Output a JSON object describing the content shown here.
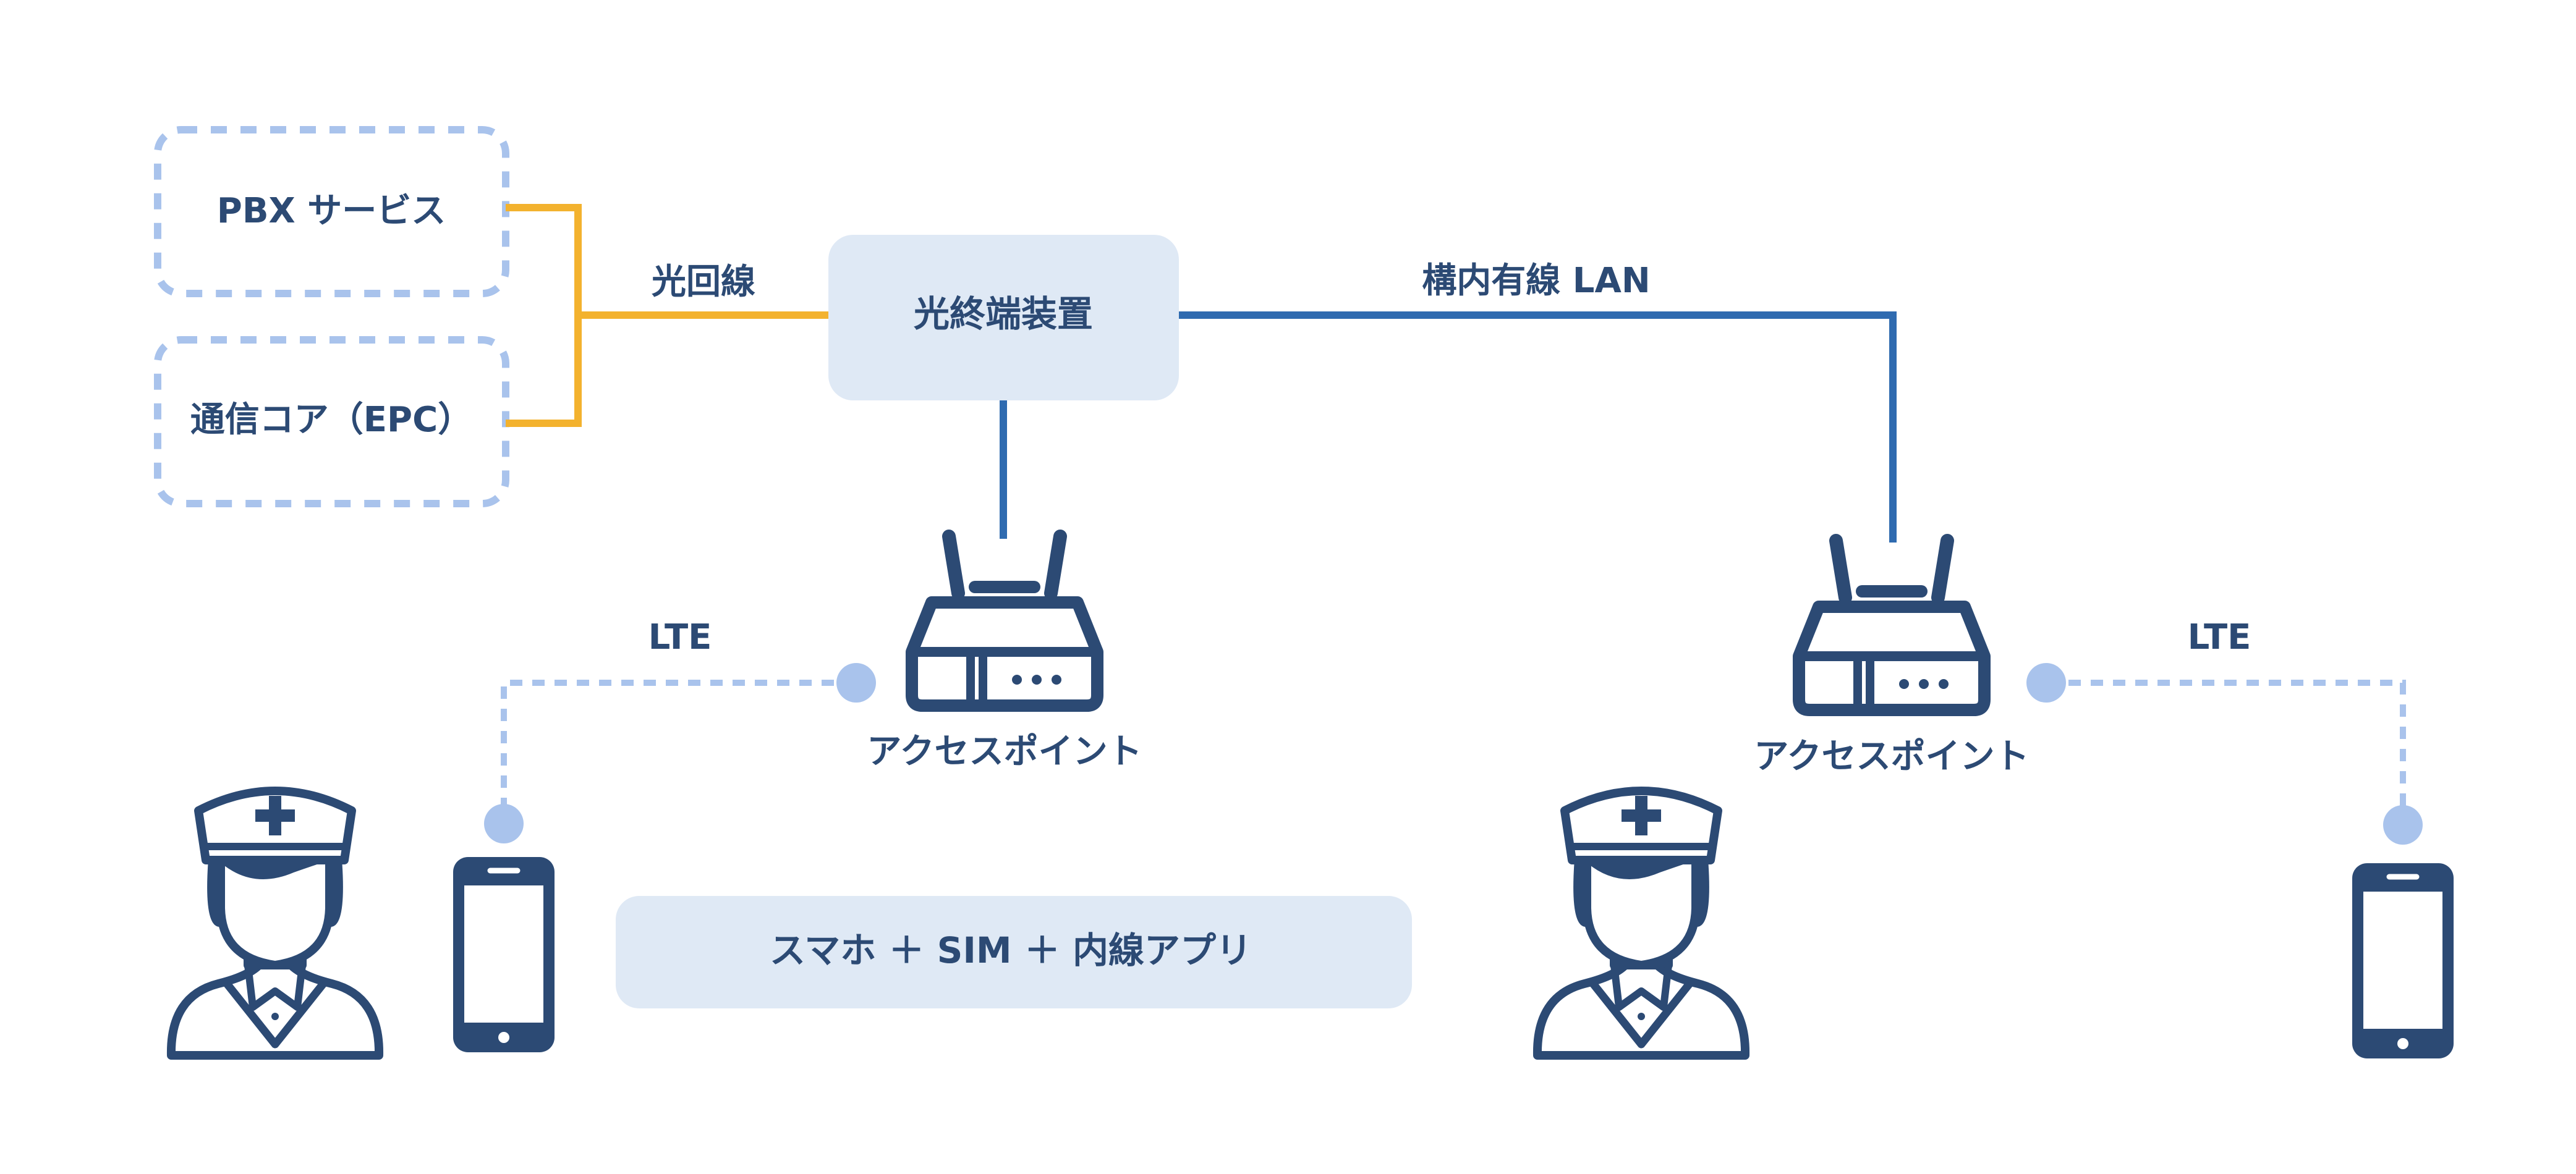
{
  "colors": {
    "navy": "#2c4a74",
    "orange": "#f3b22e",
    "blue_line": "#2f6bb0",
    "dash_blue": "#a9c3ec",
    "light_box": "#dfe9f5",
    "white": "#ffffff"
  },
  "boxes": {
    "pbx": "PBX サービス",
    "epc": "通信コア（EPC）",
    "ont": "光終端装置"
  },
  "links": {
    "fiber": "光回線",
    "lan": "構内有線 LAN",
    "lte_left": "LTE",
    "lte_right": "LTE"
  },
  "access_points": {
    "left_label": "アクセスポイント",
    "right_label": "アクセスポイント",
    "icon": "wifi-router-icon"
  },
  "people": {
    "icon": "nurse-icon"
  },
  "phones": {
    "icon": "smartphone-icon"
  },
  "callout": {
    "text": "スマホ ＋ SIM ＋ 内線アプリ"
  }
}
